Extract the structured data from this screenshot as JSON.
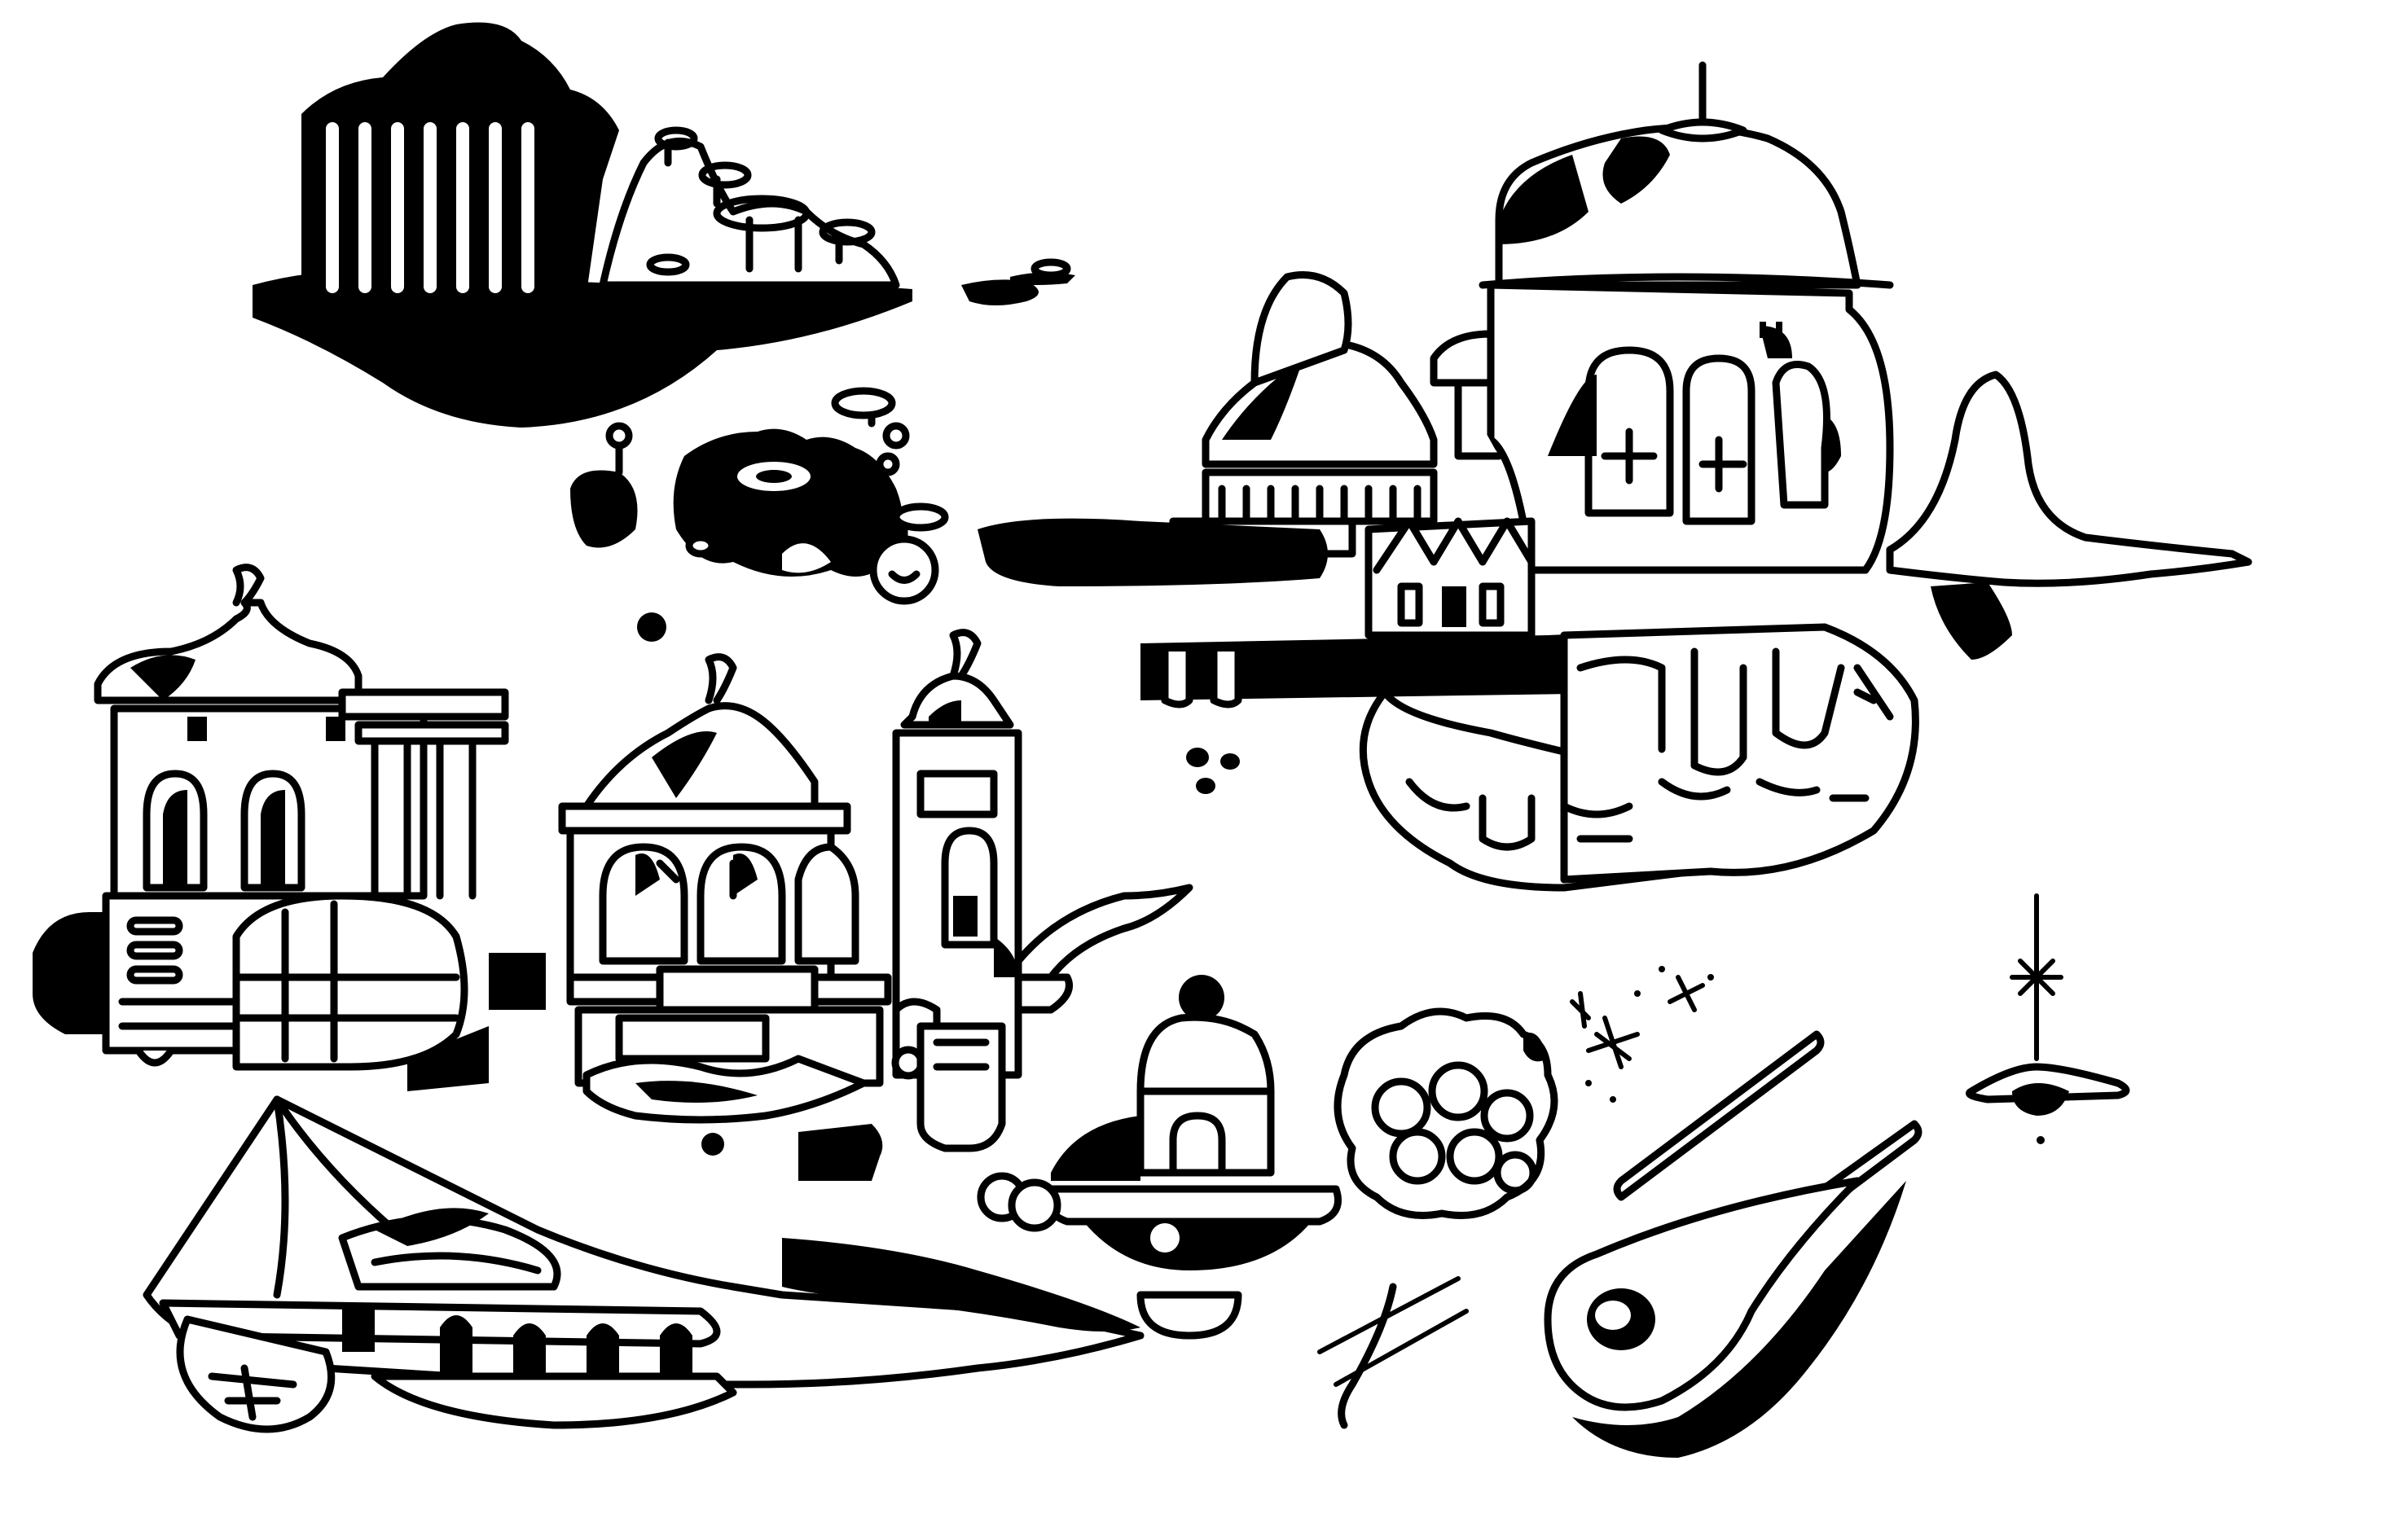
{
  "illustration": {
    "style": "black-ink-drawing",
    "background_color": "#ffffff",
    "ink_color": "#000000",
    "subjects": [
      "floating-island-with-colonnade-temple",
      "small-floating-islets-with-mushroom-trees",
      "large-domed-airship-city",
      "domed-palace-ship",
      "ornate-tower-building-ship",
      "sail-boat-ship",
      "dome-pod",
      "cloud-cluster",
      "comet",
      "sparkles",
      "small-spire-craft"
    ]
  }
}
